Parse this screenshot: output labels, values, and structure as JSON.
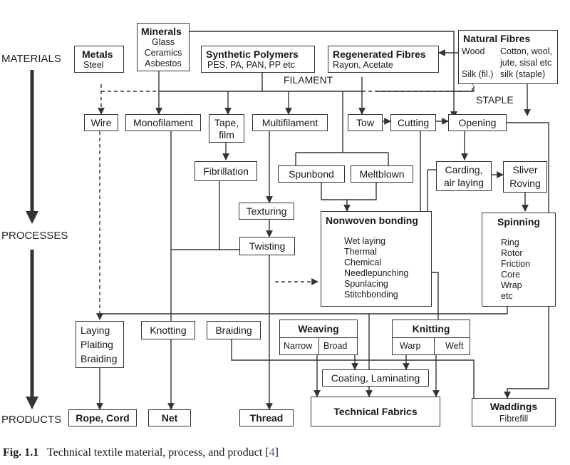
{
  "stages": {
    "materials": "MATERIALS",
    "processes": "PROCESSES",
    "products": "PRODUCTS"
  },
  "flow_labels": {
    "filament": "FILAMENT",
    "staple": "STAPLE"
  },
  "nodes": {
    "metals": {
      "title": "Metals",
      "lines": [
        "Steel"
      ]
    },
    "minerals": {
      "title": "Minerals",
      "lines": [
        "Glass",
        "Ceramics",
        "Asbestos"
      ]
    },
    "synthetic": {
      "title": "Synthetic Polymers",
      "lines": [
        "PES, PA, PAN, PP etc"
      ]
    },
    "regenerated": {
      "title": "Regenerated Fibres",
      "lines": [
        "Rayon, Acetate"
      ]
    },
    "natural": {
      "title": "Natural Fibres",
      "col1": [
        "Wood",
        "",
        "Silk (fil.)"
      ],
      "col2": [
        "Cotton, wool,",
        "jute, sisal etc",
        "silk (staple)"
      ]
    },
    "wire": "Wire",
    "monofilament": "Monofilament",
    "tape": [
      "Tape,",
      "film"
    ],
    "multifilament": "Multifilament",
    "tow": "Tow",
    "cutting": "Cutting",
    "opening": "Opening",
    "fibrillation": "Fibrillation",
    "spunbond": "Spunbond",
    "meltblown": "Meltblown",
    "carding": [
      "Carding,",
      "air laying"
    ],
    "sliver": [
      "Sliver",
      "Roving"
    ],
    "texturing": "Texturing",
    "twisting": "Twisting",
    "nonwoven": {
      "title": "Nonwoven bonding",
      "lines": [
        "Wet laying",
        "Thermal",
        "Chemical",
        "Needlepunching",
        "Spunlacing",
        "Stitchbonding"
      ]
    },
    "spinning": {
      "title": "Spinning",
      "lines": [
        "Ring",
        "Rotor",
        "Friction",
        "Core",
        "Wrap",
        "etc"
      ]
    },
    "laying": [
      "Laying",
      "Plaiting",
      "Braiding"
    ],
    "knotting": "Knotting",
    "braiding": "Braiding",
    "weaving": {
      "title": "Weaving",
      "left": "Narrow",
      "right": "Broad"
    },
    "knitting": {
      "title": "Knitting",
      "left": "Warp",
      "right": "Weft"
    },
    "coating": "Coating, Laminating",
    "rope": "Rope, Cord",
    "net": "Net",
    "thread": "Thread",
    "technical": "Technical Fabrics",
    "waddings": {
      "title": "Waddings",
      "sub": "Fibrefill"
    }
  },
  "caption": {
    "figure": "Fig. 1.1",
    "text": "Technical textile material, process, and product",
    "ref_open": "[",
    "ref": "4",
    "ref_close": "]"
  }
}
